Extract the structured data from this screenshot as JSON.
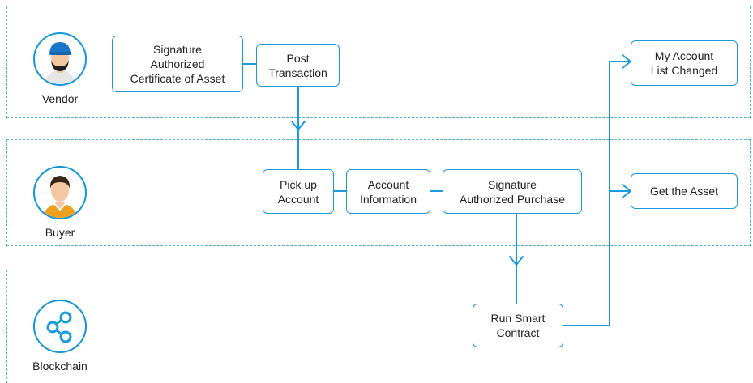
{
  "lanes": {
    "vendor": {
      "label": "Vendor"
    },
    "buyer": {
      "label": "Buyer"
    },
    "blockchain": {
      "label": "Blockchain"
    }
  },
  "nodes": {
    "signature_certificate": "Signature\nAuthorized\nCertificate of Asset",
    "post_transaction": "Post\nTransaction",
    "my_account_list": "My Account\nList Changed",
    "pick_up_account": "Pick up\nAccount",
    "account_information": "Account\nInformation",
    "signature_purchase": "Signature\nAuthorized Purchase",
    "get_asset": "Get the Asset",
    "run_smart_contract": "Run Smart\nContract"
  },
  "colors": {
    "accent": "#1a9be0",
    "lane_border": "#4fb6cf",
    "buyer_shirt": "#f0a020",
    "vendor_cap": "#1976c8"
  },
  "icons": {
    "vendor": "vendor-avatar-icon",
    "buyer": "buyer-avatar-icon",
    "blockchain": "blockchain-network-icon"
  }
}
